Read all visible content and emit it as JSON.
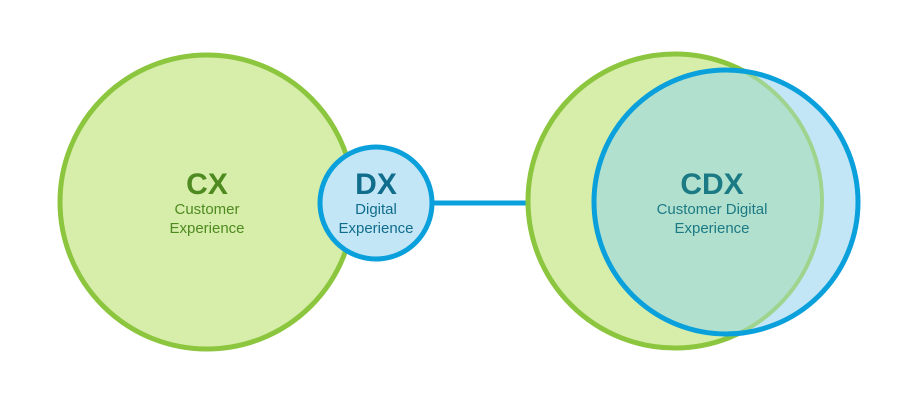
{
  "colors": {
    "green_stroke": "#8cc63e",
    "green_fill": "#d7eeab",
    "green_text": "#4e8a1f",
    "blue_stroke": "#0aa0dc",
    "blue_fill": "#c3e6f6",
    "blue_text": "#106d8c",
    "overlap_fill": "#b2e0cf",
    "cdx_text": "#1b7a84",
    "background": "#ffffff"
  },
  "nodes": {
    "cx": {
      "abbr": "CX",
      "line1": "Customer",
      "line2": "Experience"
    },
    "dx": {
      "abbr": "DX",
      "line1": "Digital",
      "line2": "Experience"
    },
    "cdx": {
      "abbr": "CDX",
      "line1": "Customer Digital",
      "line2": "Experience"
    }
  },
  "arrow": {
    "from": "dx",
    "to": "cdx"
  }
}
